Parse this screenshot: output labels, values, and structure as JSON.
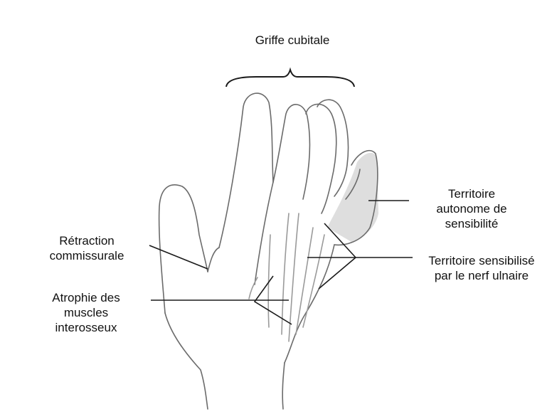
{
  "labels": {
    "griffe": {
      "lines": [
        "Griffe cubitale"
      ]
    },
    "retraction": {
      "lines": [
        "Rétraction",
        "commissurale"
      ]
    },
    "atrophie": {
      "lines": [
        "Atrophie des",
        "muscles",
        "interosseux"
      ]
    },
    "territoire_autonome": {
      "lines": [
        "Territoire",
        "autonome de",
        "sensibilité"
      ]
    },
    "territoire_sensibilise": {
      "lines": [
        "Territoire sensibilisé",
        "par le nerf ulnaire"
      ]
    }
  },
  "colors": {
    "background": "#ffffff",
    "outline": "#6b6b6b",
    "leader": "#1a1a1a",
    "shade": "#d9d9d9",
    "text": "#111111"
  }
}
